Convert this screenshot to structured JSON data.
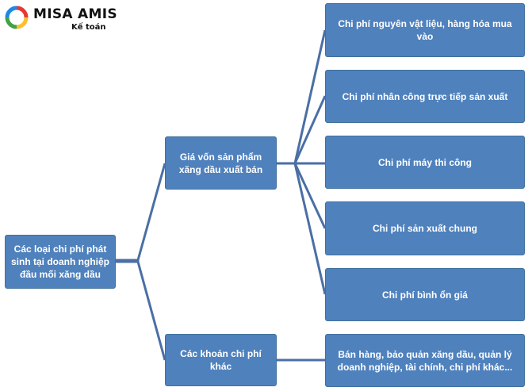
{
  "logo": {
    "title": "MISA AMIS",
    "subtitle": "Kế toán"
  },
  "diagram": {
    "root": "Các loại chi phí phát sinh tại doanh nghiệp đầu mối xăng dầu",
    "branches": [
      {
        "label": "Giá vốn sản phẩm xăng dầu xuất bán",
        "children": [
          "Chi phí nguyên vật liệu, hàng hóa mua vào",
          "Chi phí nhân công trực tiếp sản xuất",
          "Chi phí máy thi công",
          "Chi phí sản xuất chung",
          "Chi phí bình ổn giá"
        ]
      },
      {
        "label": "Các khoản chi phí khác",
        "children": [
          "Bán hàng, bảo quản xăng dầu, quản lý doanh nghiệp, tài chính, chi phí khác..."
        ]
      }
    ],
    "colors": {
      "box_fill": "#4f81bd",
      "box_border": "#41719c",
      "connector": "#4a6fa5",
      "box_text": "#ffffff"
    }
  }
}
